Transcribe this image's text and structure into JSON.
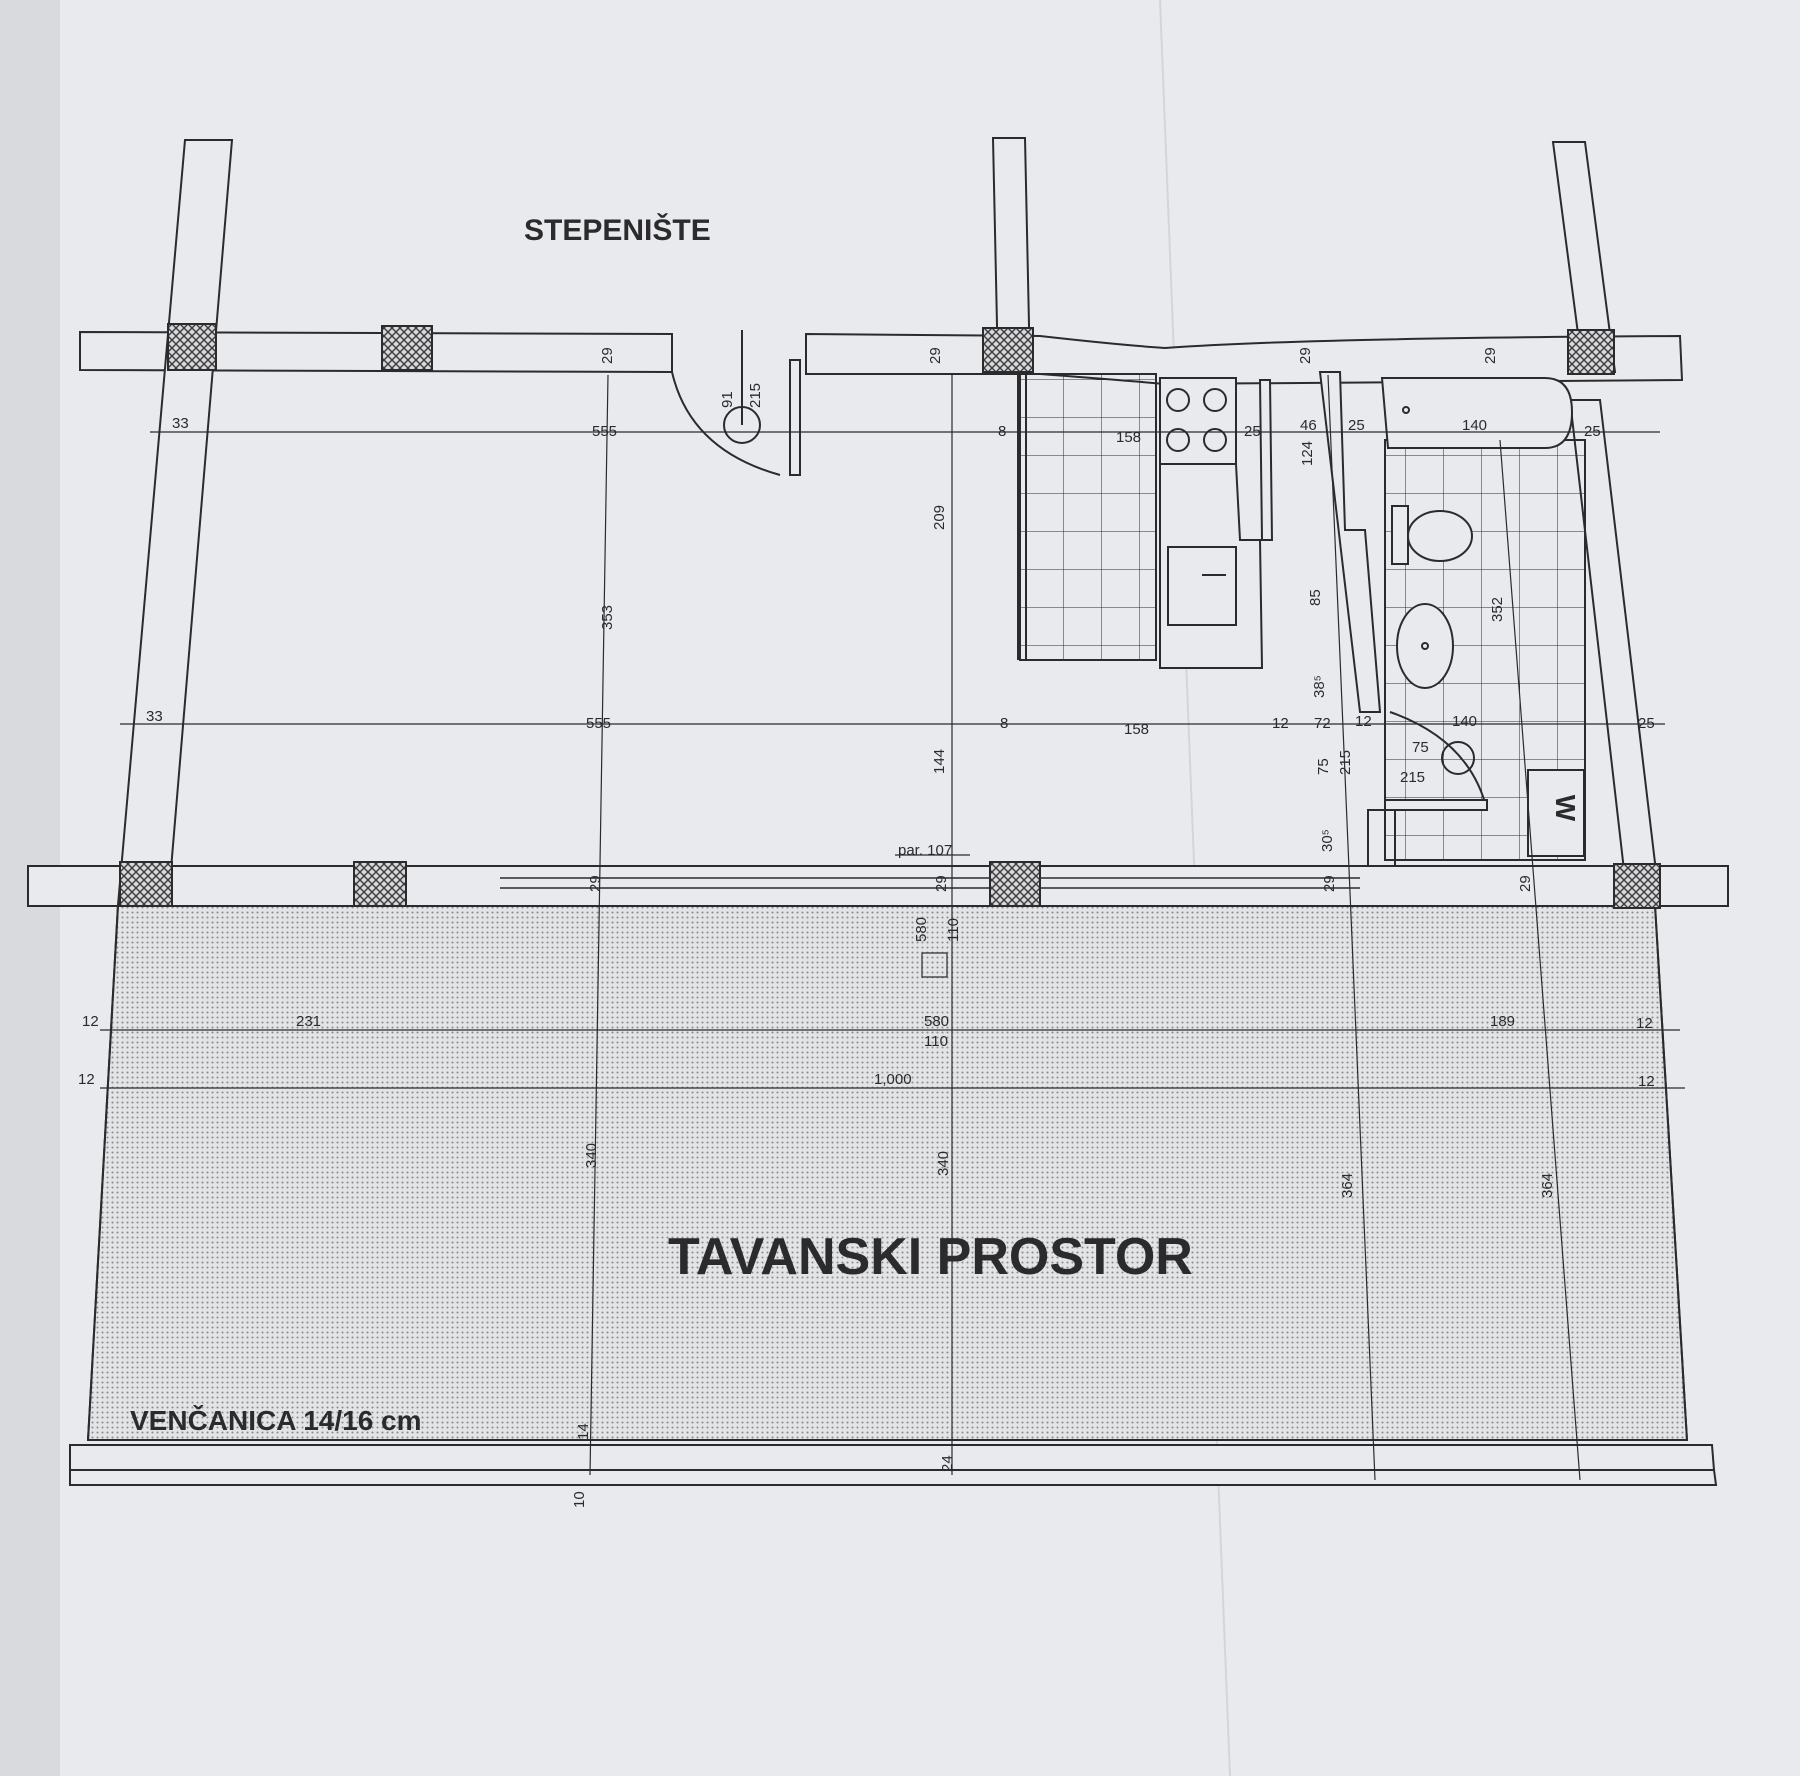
{
  "colors": {
    "paper": "#e9eaed",
    "ink": "#2b2b2d",
    "hatch": "#3a3a3c",
    "attic_fill": "#c9cacd"
  },
  "labels": {
    "stairs": "STEPENIŠTE",
    "attic": "TAVANSKI PROSTOR",
    "beam": "VENČANICA 14/16 cm",
    "washer": "W",
    "parapet": "par. 107"
  },
  "dimensions": {
    "wall_top_left": "29",
    "wall_top_mid": "29",
    "wall_top_c": "29",
    "wall_top_right": "29",
    "door_top_w": "91",
    "door_top_h": "215",
    "row1_left": "33",
    "row1_main": "555",
    "row1_8": "8",
    "row1_158": "158",
    "row1_25a": "25",
    "row1_46": "46",
    "row1_25b": "25",
    "row1_140": "140",
    "row1_25c": "25",
    "v_124": "124",
    "v_209": "209",
    "v_353": "353",
    "v_85": "85",
    "v_352": "352",
    "v_38": "38⁵",
    "row2_left": "33",
    "row2_main": "555",
    "row2_8": "8",
    "row2_158": "158",
    "row2_12a": "12",
    "row2_72": "72",
    "row2_12b": "12",
    "row2_140": "140",
    "row2_25": "25",
    "v_144": "144",
    "v_75": "75",
    "v_215": "215",
    "door_bath_w": "75",
    "door_bath_h": "215",
    "v_30": "30⁵",
    "wall_bot_29a": "29",
    "wall_bot_29b": "29",
    "wall_bot_29c": "29",
    "wall_bot_29d": "29",
    "v_580": "580",
    "v_110": "110",
    "row3_12l": "12",
    "row3_231": "231",
    "row3_580": "580",
    "row3_110": "110",
    "row3_189": "189",
    "row3_12r": "12",
    "row4_12l": "12",
    "row4_1000": "1,000",
    "row4_12r": "12",
    "v_340a": "340",
    "v_340b": "340",
    "v_364a": "364",
    "v_364b": "364",
    "v_14": "14",
    "v_24": "24",
    "v_10": "10"
  }
}
